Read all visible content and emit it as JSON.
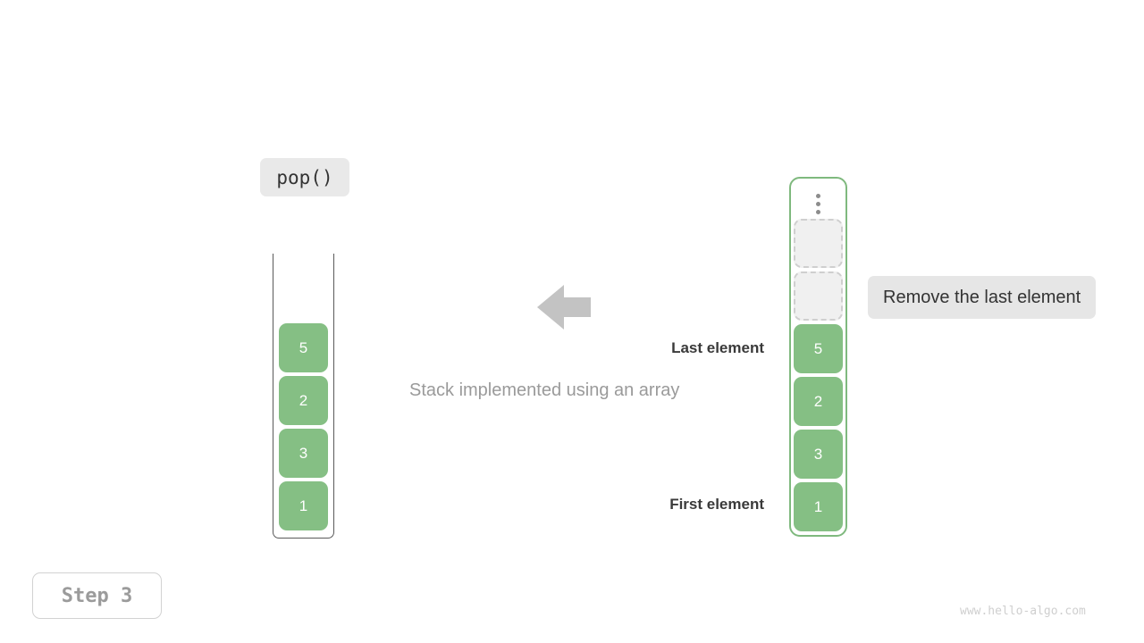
{
  "operation": {
    "label": "pop()"
  },
  "left_stack": {
    "name": "stack-abstraction",
    "items": [
      "5",
      "2",
      "3",
      "1"
    ]
  },
  "center": {
    "arrow_icon": "arrow-left-icon",
    "caption": "Stack implemented using an array"
  },
  "right_stack": {
    "name": "array-implementation",
    "overflow_icon": "vertical-ellipsis-icon",
    "empty_slots": 2,
    "items": [
      "5",
      "2",
      "3",
      "1"
    ],
    "labels": {
      "last": "Last element",
      "first": "First element"
    }
  },
  "tooltip": {
    "text": "Remove the last element"
  },
  "step_badge": {
    "text": "Step 3"
  },
  "watermark": {
    "text": "www.hello-algo.com"
  },
  "colors": {
    "element_green": "#85bf84",
    "container_green": "#7fb97e",
    "empty_slot_fill": "#f0f0f0",
    "empty_slot_border": "#cfcfcf",
    "chip_gray": "#e9e9e9",
    "tooltip_gray": "#e6e6e6",
    "arrow_gray": "#c3c3c3",
    "caption_gray": "#9a9a9a",
    "label_dark": "#3a3a3a",
    "step_text_gray": "#9b9b9b",
    "watermark_gray": "#cfcfcf"
  }
}
